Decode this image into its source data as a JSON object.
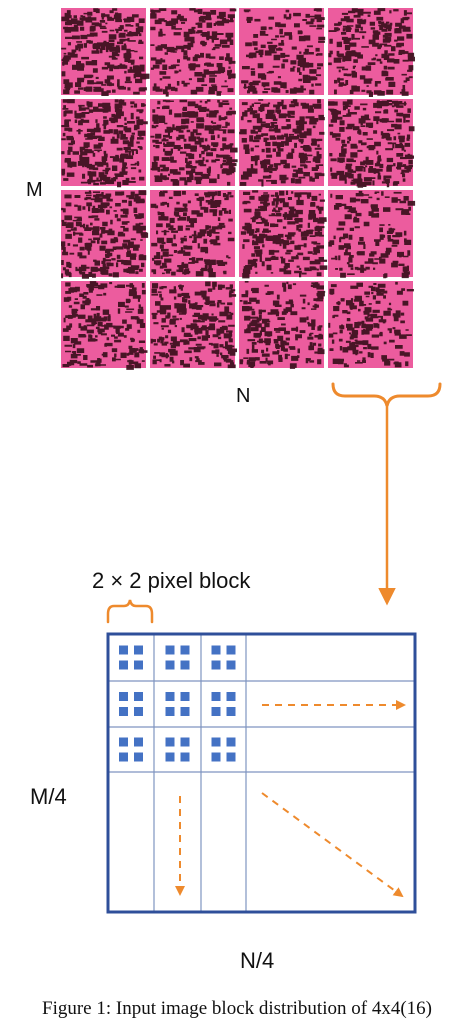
{
  "top_grid": {
    "rows": 4,
    "cols": 4,
    "row_label": "M",
    "col_label": "N",
    "tile_base_color": "#ec5c9e",
    "tile_texture_color": "#3a0f1c",
    "tile_density": [
      [
        0.72,
        0.62,
        0.48,
        0.58
      ],
      [
        0.68,
        0.7,
        0.72,
        0.66
      ],
      [
        0.7,
        0.62,
        0.72,
        0.4
      ],
      [
        0.56,
        0.64,
        0.58,
        0.46
      ]
    ]
  },
  "bracket_color": "#ee8a2d",
  "block_diagram": {
    "block_label": "2 × 2 pixel block",
    "row_label": "M/4",
    "col_label": "N/4",
    "frame_color": "#2f4f9a",
    "grid_line_color": "#7f95c0",
    "square_color": "#4472c4",
    "arrow_color": "#ee8a2d",
    "filled_blocks": {
      "rows": 3,
      "cols": 3
    }
  },
  "caption": {
    "text": "Figure 1: Input image block distribution of 4x4(16)"
  }
}
